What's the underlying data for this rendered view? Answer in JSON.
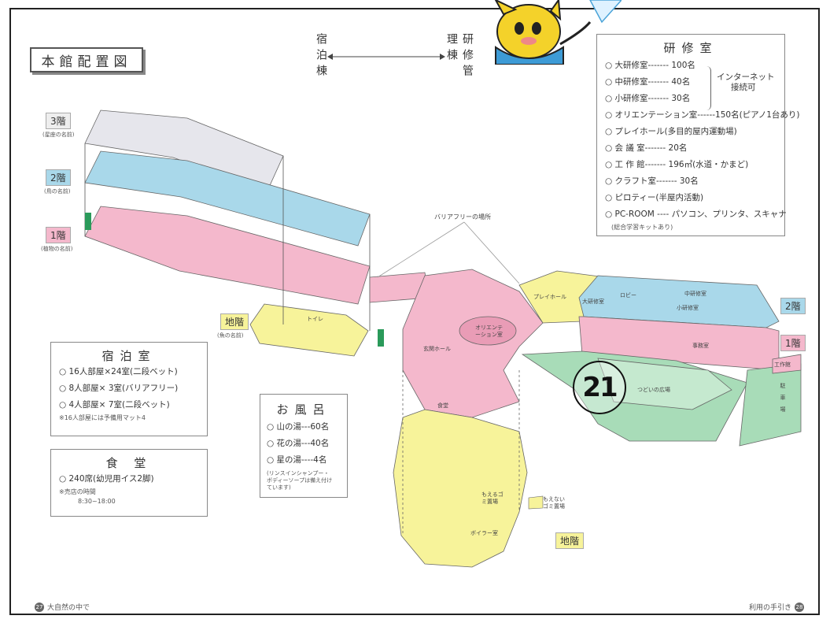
{
  "title": "本館配置図",
  "wings": {
    "left": "宿泊棟",
    "right": "研修管理棟"
  },
  "floors": {
    "f3": {
      "label": "3階",
      "sub": "(星座の名前)"
    },
    "f2": {
      "label": "2階",
      "sub": "(鳥の名前)"
    },
    "f1": {
      "label": "1階",
      "sub": "(植物の名前)"
    },
    "bf": {
      "label": "地階",
      "sub": "(魚の名前)"
    },
    "right2": "2階",
    "right1": "1階",
    "lower": "地階"
  },
  "barrier_free": "バリアフリーの場所",
  "training_rooms": {
    "heading": "研修室",
    "items": [
      "○ 大研修室------- 100名",
      "○ 中研修室-------  40名",
      "○ 小研修室-------  30名",
      "○ オリエンテーション室------150名(ピアノ1台あり)",
      "○ プレイホール(多目的屋内運動場)",
      "○ 会 議 室-------  20名",
      "○ 工 作 館------- 196㎡(水道・かまど)",
      "○ クラフト室-------  30名",
      "○ ピロティー(半屋内活動)",
      "○ PC-ROOM ---- パソコン、プリンタ、スキャナ"
    ],
    "internet": "インターネット",
    "internet2": "接続可",
    "pc_note": "(総合学習キットあり)"
  },
  "lodging": {
    "heading": "宿泊室",
    "items": [
      "○ 16人部屋×24室(二段ベット)",
      "○  8人部屋× 3室(バリアフリー)",
      "○  4人部屋× 7室(二段ベット)"
    ],
    "note": "※16人部屋には予備用マット4"
  },
  "dining": {
    "heading": "食 堂",
    "items": [
      "○ 240席(幼児用イス2脚)"
    ],
    "note": "※売店の時間",
    "hours": "8:30~18:00"
  },
  "bath": {
    "heading": "お風呂",
    "items": [
      "○ 山の湯---60名",
      "○ 花の湯---40名",
      "○ 星の湯----4名"
    ],
    "note": "(リンスインシャンプー・ボディーソープは備え付けています)"
  },
  "map_labels": {
    "playhall": "プレイホール",
    "orientation": "オリエンテーション室",
    "lobby": "ロビー",
    "big_room": "大研修室",
    "mid_room": "中研修室",
    "small_room": "小研修室",
    "office": "事務室",
    "plaza": "つどいの広場",
    "parking": "駐車場",
    "workshop": "工作館",
    "boiler": "ボイラー室",
    "dining": "食堂",
    "entrance_hall": "玄関ホール",
    "toilet": "トイレ",
    "moeru": "もえるゴミ置場",
    "moenai": "もえないゴミ置場"
  },
  "badge": "21",
  "footer": {
    "left_num": "27",
    "left": "大自然の中で",
    "right": "利用の手引き",
    "right_num": "28"
  },
  "colors": {
    "f3": "#e6e6ec",
    "f2": "#a9d8ea",
    "f1": "#f4b8cc",
    "bf": "#f7f39a",
    "green": "#a8dcb8"
  }
}
